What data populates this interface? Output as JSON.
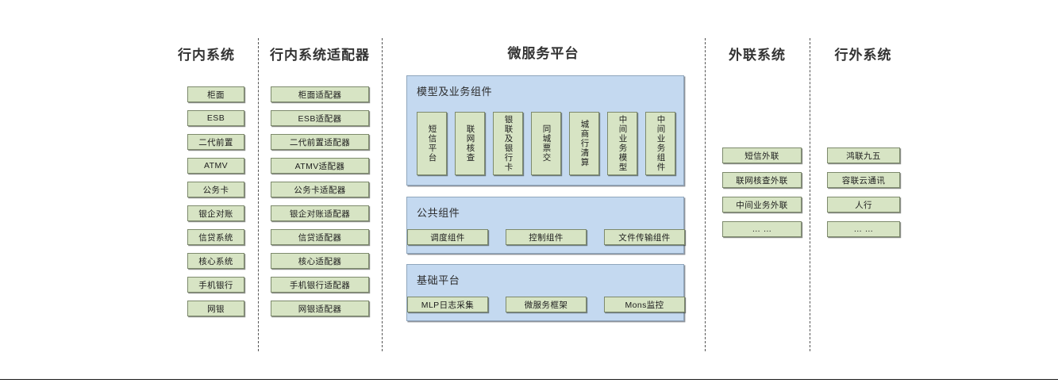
{
  "diagram": {
    "title_font_color": "#333333",
    "node_fill": "#d7e4c4",
    "node_stroke": "#7d8a6c",
    "panel_fill": "#c4d9f0",
    "panel_stroke": "#8fa6bd"
  },
  "columns": [
    {
      "id": "intra-bank-systems",
      "title": "行内系统",
      "nodes": [
        "柜面",
        "ESB",
        "二代前置",
        "ATMV",
        "公务卡",
        "银企对账",
        "信贷系统",
        "核心系统",
        "手机银行",
        "网银"
      ]
    },
    {
      "id": "intra-bank-adapters",
      "title": "行内系统适配器",
      "nodes": [
        "柜面适配器",
        "ESB适配器",
        "二代前置适配器",
        "ATMV适配器",
        "公务卡适配器",
        "银企对账适配器",
        "信贷适配器",
        "核心适配器",
        "手机银行适配器",
        "网银适配器"
      ]
    },
    {
      "id": "microservice-platform",
      "title": "微服务平台"
    },
    {
      "id": "external-link-systems",
      "title": "外联系统",
      "nodes": [
        "短信外联",
        "联网核查外联",
        "中间业务外联",
        "… …"
      ]
    },
    {
      "id": "extra-bank-systems",
      "title": "行外系统",
      "nodes": [
        "鸿联九五",
        "容联云通讯",
        "人行",
        "… …"
      ]
    }
  ],
  "platform": {
    "groups": [
      {
        "id": "model-business-components",
        "title": "模型及业务组件",
        "orientation": "vertical",
        "nodes": [
          "短信平台",
          "联网核查",
          "银联及银行卡",
          "同城票交",
          "城商行清算",
          "中间业务模型",
          "中间业务组件"
        ]
      },
      {
        "id": "public-components",
        "title": "公共组件",
        "orientation": "horizontal",
        "nodes": [
          "调度组件",
          "控制组件",
          "文件传输组件"
        ]
      },
      {
        "id": "basic-platform",
        "title": "基础平台",
        "orientation": "horizontal",
        "nodes": [
          "MLP日志采集",
          "微服务框架",
          "Mons监控"
        ]
      }
    ]
  }
}
